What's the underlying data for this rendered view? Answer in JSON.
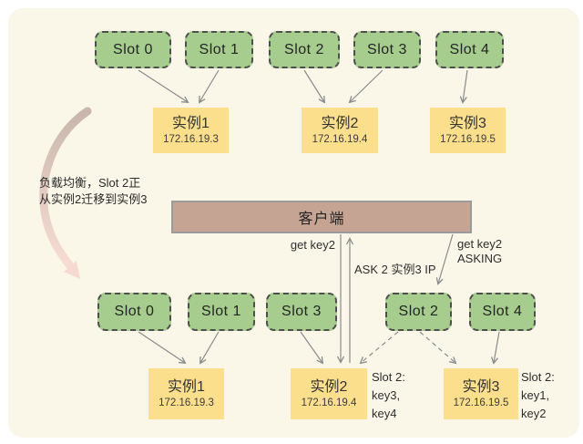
{
  "annotation": {
    "lines": [
      "负载均衡，Slot 2正",
      "从实例2迁移到实例3"
    ]
  },
  "client": {
    "label": "客户端"
  },
  "messages": {
    "get_key2": "get  key2",
    "ask_redirect": "ASK 2 实例3 IP",
    "asking_lines": [
      "get key2",
      "ASKING"
    ]
  },
  "top_row": {
    "slots": [
      "Slot 0",
      "Slot 1",
      "Slot 2",
      "Slot 3",
      "Slot 4"
    ],
    "instances": [
      {
        "name": "实例1",
        "ip": "172.16.19.3"
      },
      {
        "name": "实例2",
        "ip": "172.16.19.4"
      },
      {
        "name": "实例3",
        "ip": "172.16.19.5"
      }
    ]
  },
  "bottom_row": {
    "slots": [
      "Slot 0",
      "Slot 1",
      "Slot 3",
      "Slot 2",
      "Slot 4"
    ],
    "instances": [
      {
        "name": "实例1",
        "ip": "172.16.19.3"
      },
      {
        "name": "实例2",
        "ip": "172.16.19.4"
      },
      {
        "name": "实例3",
        "ip": "172.16.19.5"
      }
    ],
    "notes": [
      {
        "lines": [
          "Slot 2:",
          "key3,",
          "key4"
        ]
      },
      {
        "lines": [
          "Slot 2:",
          "key1,",
          "key2"
        ]
      }
    ]
  },
  "colors": {
    "canvas_bg": "#faf7e9",
    "slot_green": "#a6cd8d",
    "instance_yellow": "#fbdf8d",
    "client_tan": "#c5a494",
    "arrow_gray": "#8a8a8a",
    "migration_arrow_pink": "#f8ded6"
  }
}
